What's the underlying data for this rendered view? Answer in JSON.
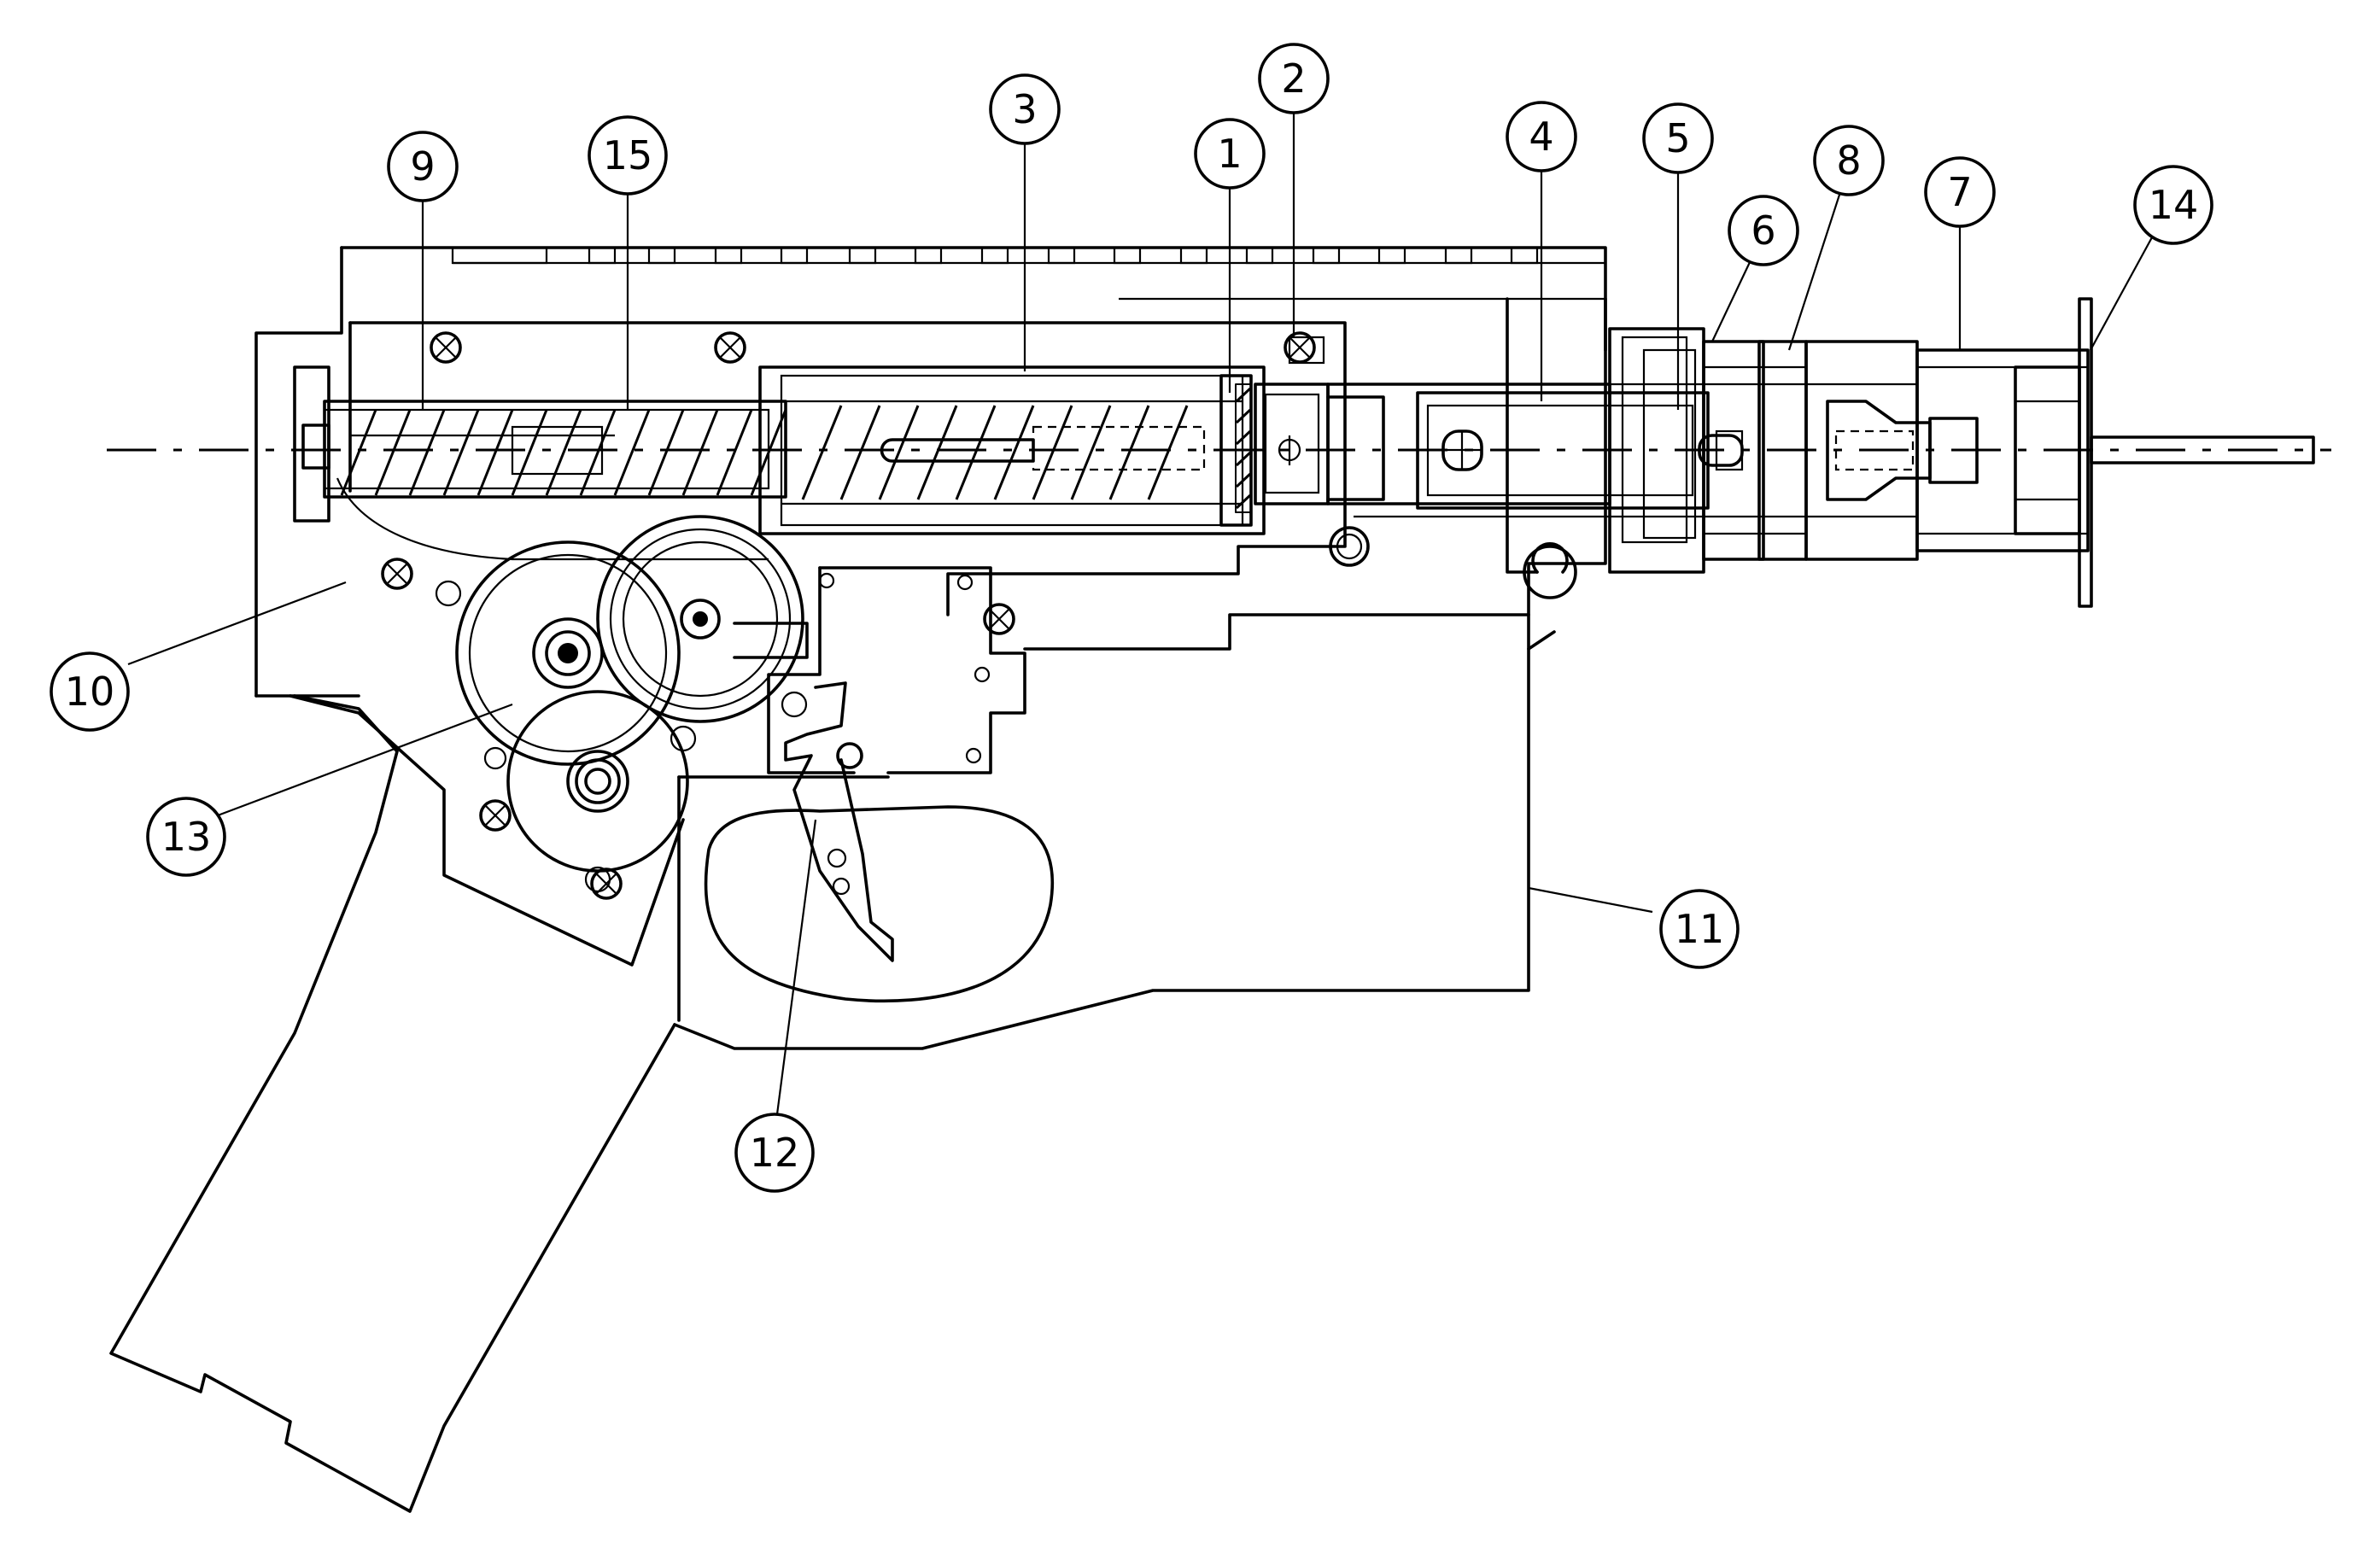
{
  "callouts": [
    {
      "id": "c1",
      "label": "1"
    },
    {
      "id": "c2",
      "label": "2"
    },
    {
      "id": "c3",
      "label": "3"
    },
    {
      "id": "c4",
      "label": "4"
    },
    {
      "id": "c5",
      "label": "5"
    },
    {
      "id": "c6",
      "label": "6"
    },
    {
      "id": "c7",
      "label": "7"
    },
    {
      "id": "c8",
      "label": "8"
    },
    {
      "id": "c9",
      "label": "9"
    },
    {
      "id": "c10",
      "label": "10"
    },
    {
      "id": "c11",
      "label": "11"
    },
    {
      "id": "c12",
      "label": "12"
    },
    {
      "id": "c13",
      "label": "13"
    },
    {
      "id": "c14",
      "label": "14"
    },
    {
      "id": "c15",
      "label": "15"
    }
  ],
  "colors": {
    "line": "#000000",
    "background": "#ffffff"
  }
}
